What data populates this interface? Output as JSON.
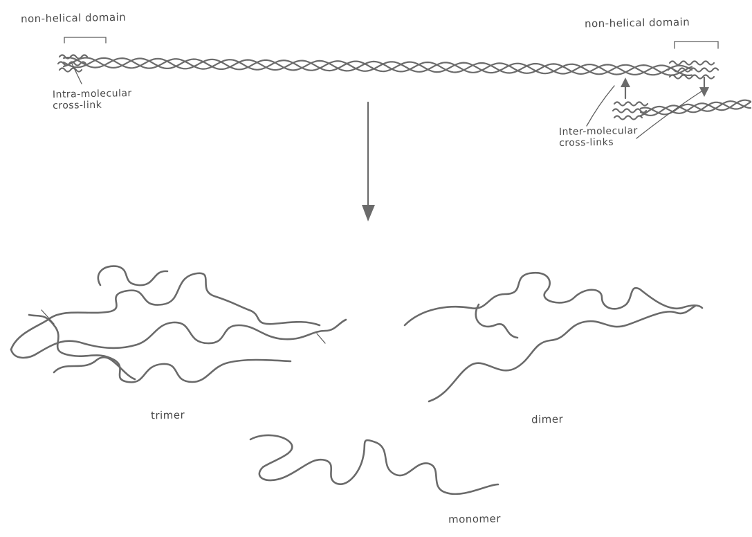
{
  "labels": {
    "nonhelical_left": "non-helical domain",
    "nonhelical_right": "non-helical domain",
    "intra_crosslink": "Intra-molecular\ncross-link",
    "inter_crosslinks": "Inter-molecular\ncross-links",
    "trimer": "trimer",
    "dimer": "dimer",
    "monomer": "monomer"
  },
  "colors": {
    "ink": "#6b6b6b",
    "text": "#4a4a4a",
    "background": "#ffffff"
  }
}
